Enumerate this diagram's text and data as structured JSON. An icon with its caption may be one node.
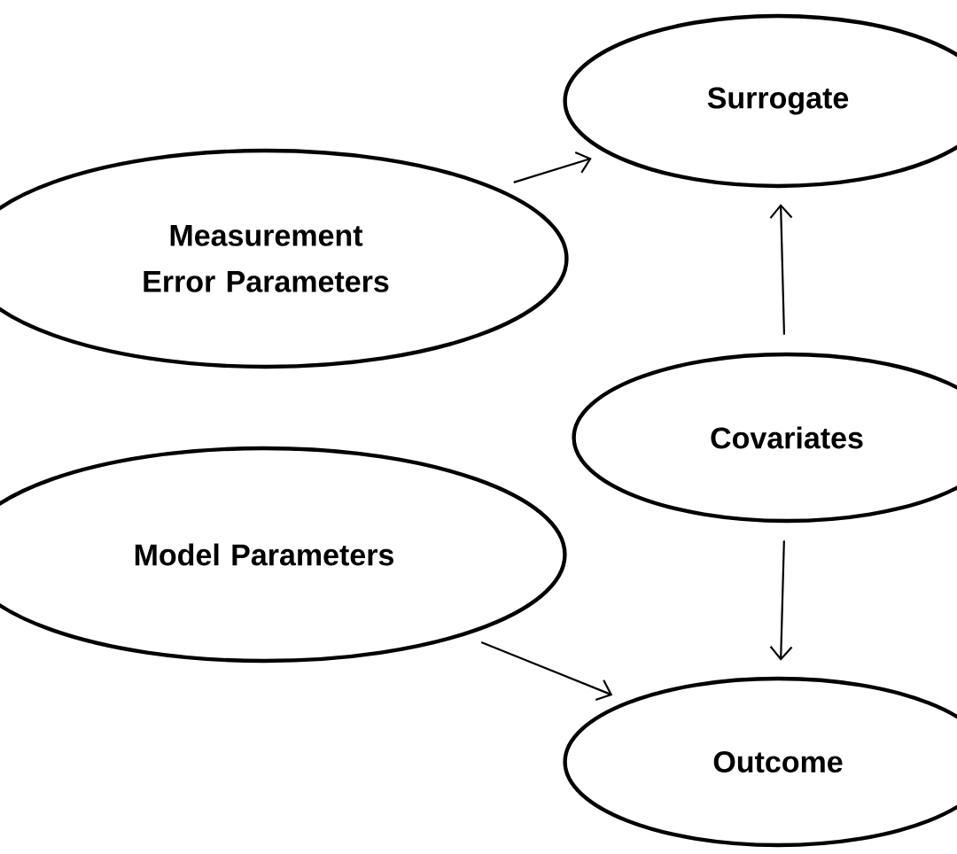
{
  "diagram": {
    "nodes": [
      {
        "text": [
          "Surrogate"
        ]
      },
      {
        "text": [
          "Measurement Error Parameters"
        ]
      },
      {
        "text": [
          "Covariates"
        ]
      },
      {
        "text": [
          "Model Parameters"
        ]
      },
      {
        "text": [
          "Outcome"
        ]
      }
    ],
    "edges": [
      {
        "from": 1,
        "to": 0,
        "arrow": "to"
      },
      {
        "from": 2,
        "to": 0,
        "arrow": "to"
      },
      {
        "from": 2,
        "to": 4,
        "arrow": "to"
      },
      {
        "from": 3,
        "to": 4,
        "arrow": "to"
      }
    ]
  }
}
